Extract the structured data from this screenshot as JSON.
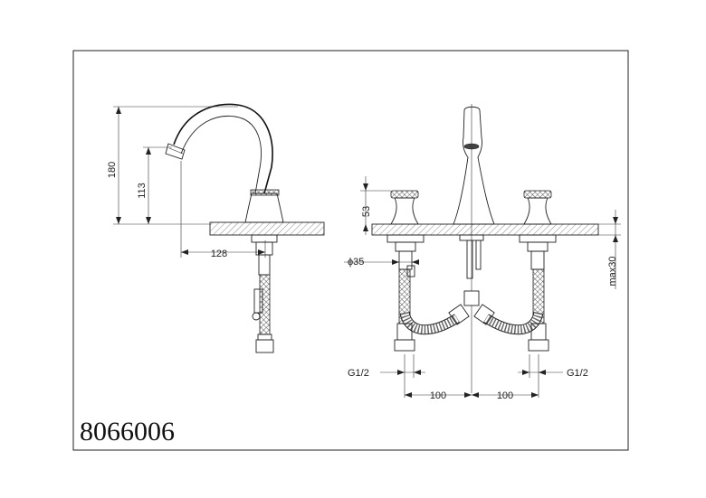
{
  "model_number": "8066006",
  "side_view": {
    "dim_height_total": "180",
    "dim_height_spout": "113",
    "dim_reach": "128"
  },
  "front_view": {
    "dim_handle_height": "53",
    "dim_hole_diameter": "ϕ35",
    "dim_deck_thickness": "max30",
    "dim_thread_left": "G1/2",
    "dim_thread_right": "G1/2",
    "dim_spacing_left": "100",
    "dim_spacing_right": "100"
  }
}
